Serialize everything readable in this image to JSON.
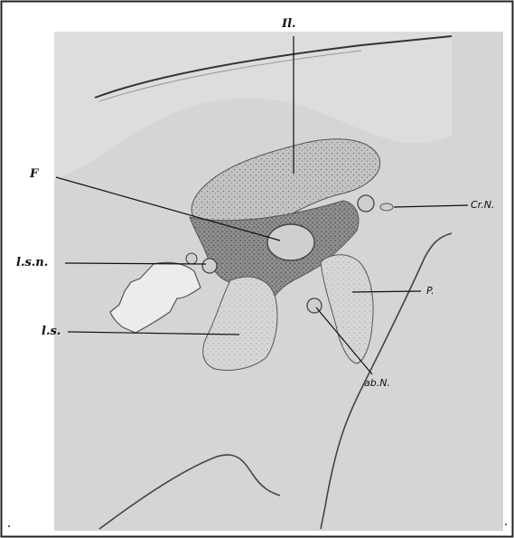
{
  "figure": {
    "labels": {
      "il": "Il.",
      "f": "F",
      "crn": "Cr.N.",
      "lsn": "l.s.n.",
      "p": "P.",
      "ls": "l.s.",
      "abn": "ab.N."
    },
    "colors": {
      "paper": "#ffffff",
      "tissue": "#d9d9d9",
      "tissue_light": "#e6e6e6",
      "granular": "#b9b9b9",
      "dark_core": "#8d8d8d",
      "outline": "#444444",
      "ink": "#111111"
    }
  }
}
